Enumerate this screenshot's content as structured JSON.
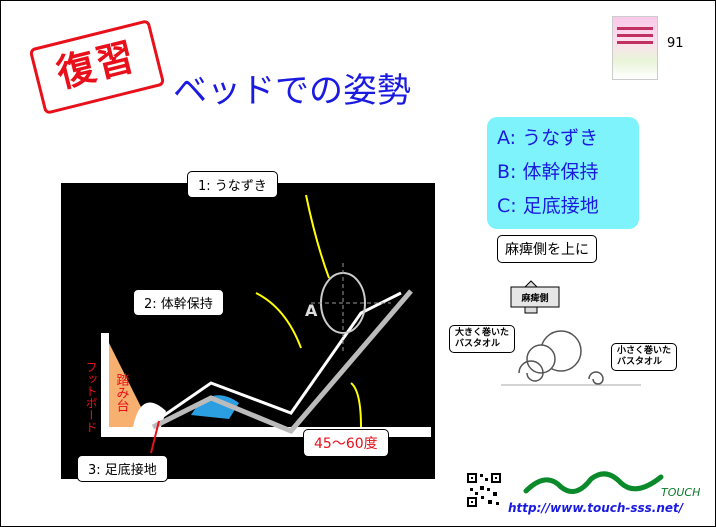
{
  "badge": {
    "text": "復習"
  },
  "title": {
    "text": "ベッドでの姿勢"
  },
  "page_number": "91",
  "summary_box": {
    "lines": [
      "A: うなずき",
      "B: 体幹保持",
      "C: 足底接地"
    ],
    "color": "#7ff3fb"
  },
  "paralysis_note": "麻痺側を上に",
  "diagram": {
    "callouts": {
      "nod": "1: うなずき",
      "trunk": "2: 体幹保持",
      "foot": "3: 足底接地",
      "angle": "45～60度"
    },
    "footboard_label": "フットボード",
    "step_label": "踏み台",
    "a_marker": "A"
  },
  "side_view": {
    "arrow_label": "麻痺側",
    "large_towel": "大きく巻いた\nバスタオル",
    "small_towel": "小さく巻いた\nバスタオル"
  },
  "logo": {
    "brand": "TOUCH",
    "url": "http://www.touch-sss.net/",
    "accent": "#0a7a2a"
  }
}
